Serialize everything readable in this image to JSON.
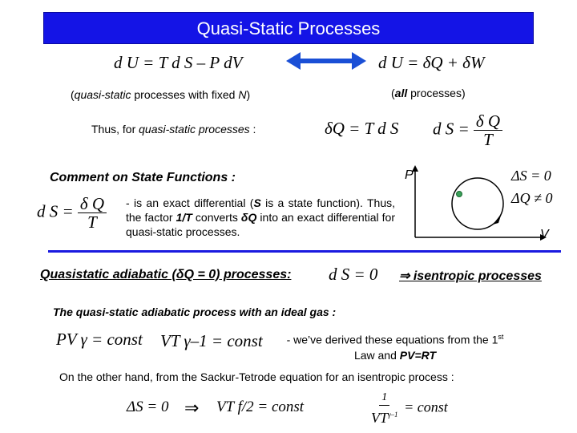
{
  "title": "Quasi-Static Processes",
  "eq1": "d U = T d S – P dV",
  "eq2": "d U = δQ + δW",
  "caption_left": {
    "pre": "(",
    "em": "quasi-static",
    "mid": " processes with fixed ",
    "var": "N",
    "post": ")"
  },
  "caption_right": {
    "pre": "(",
    "em": "all",
    "post": " processes)"
  },
  "thus": {
    "pre": "Thus, for ",
    "em": "quasi-static processes",
    "post": " :"
  },
  "eq3": "δQ = T d S",
  "eq4": {
    "lhs": "d S =",
    "num": "δ Q",
    "den": "T"
  },
  "comment_heading": "Comment on State Functions :",
  "eq5": {
    "lhs": "d S =",
    "num": "δ Q",
    "den": "T"
  },
  "comment_text": {
    "a": "- is an exact differential (",
    "b": "S",
    "c": " is a state function). Thus, the factor ",
    "d": "1/T",
    "e": " converts ",
    "f": "δQ",
    "g": " into an exact differential for quasi-static processes."
  },
  "diagram": {
    "p_label": "P",
    "v_label": "V",
    "eq_s": "ΔS = 0",
    "eq_q": "ΔQ ≠ 0"
  },
  "adiabatic_heading": "Quasistatic adiabatic (δQ = 0) processes:",
  "eq_ds0": "d S = 0",
  "isentropic": "⇒ isentropic processes",
  "ideal_gas_line": "The quasi-static adiabatic process with an ideal gas :",
  "eq_pv": "PV γ = const",
  "eq_vt": "VT γ–1 = const",
  "derived_text": {
    "a": "- we’ve derived these equations from the 1",
    "sup": "st",
    "b": "Law and ",
    "c": "PV=RT"
  },
  "sackur_line": "On the other hand, from the Sackur-Tetrode equation for an isentropic process :",
  "eq_final_ds": "ΔS = 0",
  "arrow": "⇒",
  "eq_final_vt": "VT f/2 = const",
  "eq_final_frac": {
    "num": "1",
    "den_base": "VT",
    "den_exp": "γ–1",
    "rhs": "= const"
  }
}
